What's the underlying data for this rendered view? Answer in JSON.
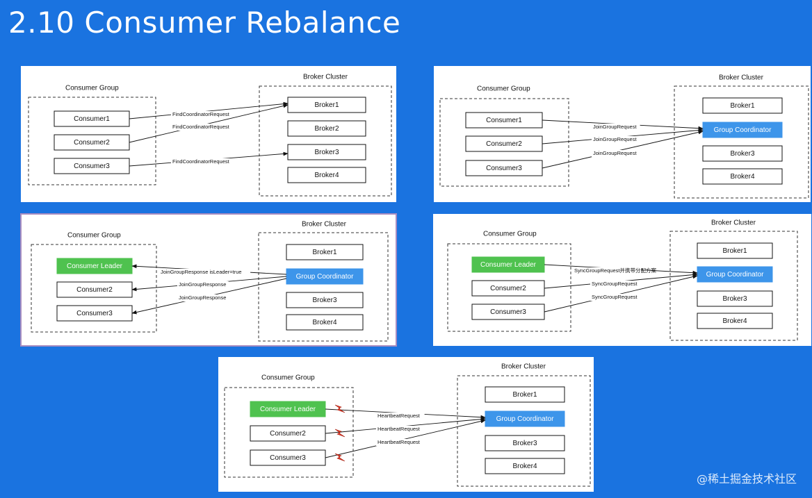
{
  "title": "2.10 Consumer Rebalance",
  "watermark": "@稀土掘金技术社区",
  "colors": {
    "background": "#1a73e0",
    "leader_green": "#4fc24f",
    "coordinator_blue": "#3d95ea"
  },
  "panels": [
    {
      "consumer_group_label": "Consumer Group",
      "broker_cluster_label": "Broker Cluster",
      "consumers": [
        "Consumer1",
        "Consumer2",
        "Consumer3"
      ],
      "brokers": [
        "Broker1",
        "Broker2",
        "Broker3",
        "Broker4"
      ],
      "arrows": [
        {
          "label": "FindCoordinatorRequest",
          "from": "Consumer1",
          "to": "Broker1"
        },
        {
          "label": "FindCoordinatorRequest",
          "from": "Consumer2",
          "to": "Broker1"
        },
        {
          "label": "FindCoordinatorRequest",
          "from": "Consumer3",
          "to": "Broker3"
        }
      ]
    },
    {
      "consumer_group_label": "Consumer Group",
      "broker_cluster_label": "Broker Cluster",
      "consumers": [
        "Consumer1",
        "Consumer2",
        "Consumer3"
      ],
      "brokers": [
        "Broker1",
        "Group Coordinator",
        "Broker3",
        "Broker4"
      ],
      "arrows": [
        {
          "label": "JoinGroupRequest",
          "from": "Consumer1",
          "to": "Group Coordinator"
        },
        {
          "label": "JoinGroupRequest",
          "from": "Consumer2",
          "to": "Group Coordinator"
        },
        {
          "label": "JoinGroupRequest",
          "from": "Consumer3",
          "to": "Group Coordinator"
        }
      ]
    },
    {
      "consumer_group_label": "Consumer Group",
      "broker_cluster_label": "Broker Cluster",
      "consumers": [
        "Consumer Leader",
        "Consumer2",
        "Consumer3"
      ],
      "brokers": [
        "Broker1",
        "Group Coordinator",
        "Broker3",
        "Broker4"
      ],
      "arrows": [
        {
          "label": "JoinGroupResponse isLeader=true",
          "from": "Group Coordinator",
          "to": "Consumer Leader"
        },
        {
          "label": "JoinGroupResponse",
          "from": "Group Coordinator",
          "to": "Consumer2"
        },
        {
          "label": "JoinGroupResponse",
          "from": "Group Coordinator",
          "to": "Consumer3"
        }
      ]
    },
    {
      "consumer_group_label": "Consumer Group",
      "broker_cluster_label": "Broker Cluster",
      "consumers": [
        "Consumer Leader",
        "Consumer2",
        "Consumer3"
      ],
      "brokers": [
        "Broker1",
        "Group Coordinator",
        "Broker3",
        "Broker4"
      ],
      "arrows": [
        {
          "label": "SyncGroupRequest并携带分配方案",
          "from": "Consumer Leader",
          "to": "Group Coordinator"
        },
        {
          "label": "SyncGroupRequest",
          "from": "Consumer2",
          "to": "Group Coordinator"
        },
        {
          "label": "SyncGroupRequest",
          "from": "Consumer3",
          "to": "Group Coordinator"
        }
      ]
    },
    {
      "consumer_group_label": "Consumer Group",
      "broker_cluster_label": "Broker Cluster",
      "consumers": [
        "Consumer Leader",
        "Consumer2",
        "Consumer3"
      ],
      "brokers": [
        "Broker1",
        "Group Coordinator",
        "Broker3",
        "Broker4"
      ],
      "arrows": [
        {
          "label": "HeartbeatRequest",
          "from": "Consumer Leader",
          "to": "Group Coordinator"
        },
        {
          "label": "HeartbeatRequest",
          "from": "Consumer2",
          "to": "Group Coordinator"
        },
        {
          "label": "HeartbeatRequest",
          "from": "Consumer3",
          "to": "Group Coordinator"
        }
      ]
    }
  ]
}
